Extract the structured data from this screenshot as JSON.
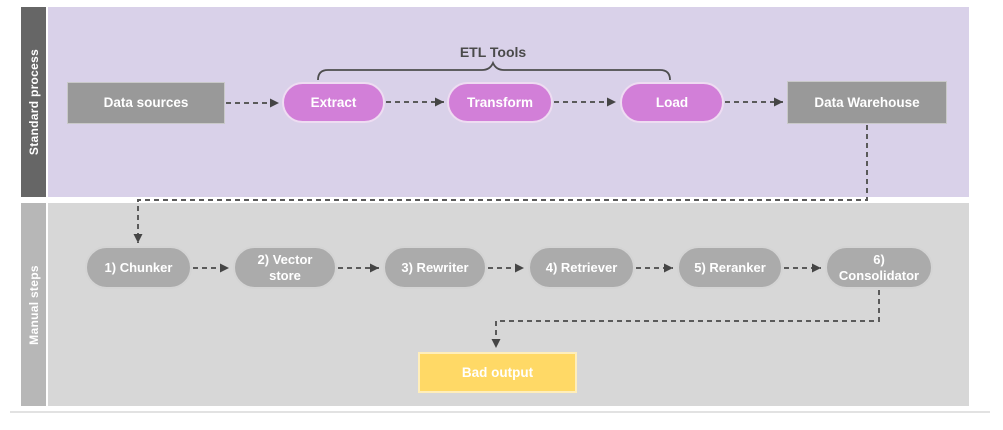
{
  "diagram": {
    "title_annotation": {
      "etl_tools": "ETL Tools"
    },
    "lanes": {
      "standard": {
        "label": "Standard process",
        "bar_color": "#666666",
        "body_color": "#d9d1e9"
      },
      "manual": {
        "label": "Manual steps",
        "bar_color": "#b7b7b7",
        "body_color": "#d7d7d7"
      }
    },
    "nodes": {
      "data_sources": {
        "label": "Data sources",
        "shape": "rect",
        "color": "#999999"
      },
      "extract": {
        "label": "Extract",
        "shape": "pill",
        "color": "#d27fd8"
      },
      "transform": {
        "label": "Transform",
        "shape": "pill",
        "color": "#d27fd8"
      },
      "load": {
        "label": "Load",
        "shape": "pill",
        "color": "#d27fd8"
      },
      "data_warehouse": {
        "label": "Data Warehouse",
        "shape": "rect",
        "color": "#999999"
      },
      "chunker": {
        "label": "1) Chunker",
        "shape": "pill",
        "color": "#ababab"
      },
      "vector_store": {
        "label": "2) Vector store",
        "shape": "pill",
        "color": "#ababab"
      },
      "rewriter": {
        "label": "3) Rewriter",
        "shape": "pill",
        "color": "#ababab"
      },
      "retriever": {
        "label": "4) Retriever",
        "shape": "pill",
        "color": "#ababab"
      },
      "reranker": {
        "label": "5) Reranker",
        "shape": "pill",
        "color": "#ababab"
      },
      "consolidator": {
        "label": "6) Consolidator",
        "shape": "pill",
        "color": "#ababab"
      },
      "bad_output": {
        "label": "Bad output",
        "shape": "rect",
        "color": "#ffd966"
      }
    },
    "edges": [
      {
        "from": "data_sources",
        "to": "extract",
        "style": "dashed"
      },
      {
        "from": "extract",
        "to": "transform",
        "style": "dashed"
      },
      {
        "from": "transform",
        "to": "load",
        "style": "dashed"
      },
      {
        "from": "load",
        "to": "data_warehouse",
        "style": "dashed"
      },
      {
        "from": "data_warehouse",
        "to": "chunker",
        "style": "dashed-elbow"
      },
      {
        "from": "chunker",
        "to": "vector_store",
        "style": "dashed"
      },
      {
        "from": "vector_store",
        "to": "rewriter",
        "style": "dashed"
      },
      {
        "from": "rewriter",
        "to": "retriever",
        "style": "dashed"
      },
      {
        "from": "retriever",
        "to": "reranker",
        "style": "dashed"
      },
      {
        "from": "reranker",
        "to": "consolidator",
        "style": "dashed"
      },
      {
        "from": "consolidator",
        "to": "bad_output",
        "style": "dashed-elbow"
      }
    ],
    "colors": {
      "connector": "#5a5a5a",
      "arrowhead": "#454545",
      "brace": "#4d4d4d",
      "node_text": "#ffffff"
    }
  }
}
